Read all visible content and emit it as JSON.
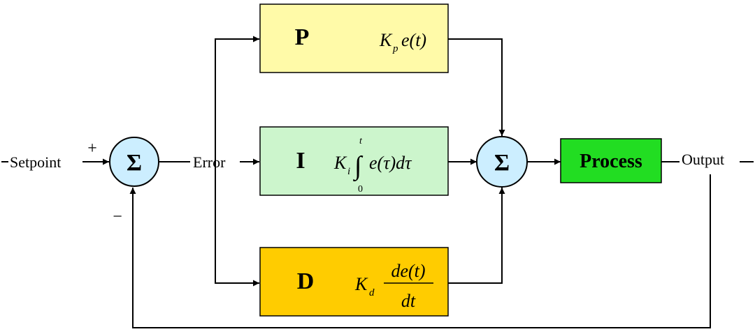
{
  "labels": {
    "setpoint": "Setpoint",
    "plus": "+",
    "minus": "−",
    "error": "Error",
    "output": "Output",
    "sum_symbol": "Σ"
  },
  "blocks": {
    "p": {
      "letter": "P",
      "K": "K",
      "sub": "p",
      "expr": "e(t)",
      "color": "#fffaa8"
    },
    "i": {
      "letter": "I",
      "K": "K",
      "sub": "i",
      "integral": "∫",
      "upper": "t",
      "lower": "0",
      "expr": "e(τ)dτ",
      "color": "#ccf5cc"
    },
    "d": {
      "letter": "D",
      "K": "K",
      "sub": "d",
      "numerator": "de(t)",
      "denominator": "dt",
      "color": "#ffcc00"
    },
    "process": {
      "label": "Process",
      "color": "#22dd22"
    }
  },
  "colors": {
    "summer_fill": "#cceeff",
    "line": "#000000"
  }
}
